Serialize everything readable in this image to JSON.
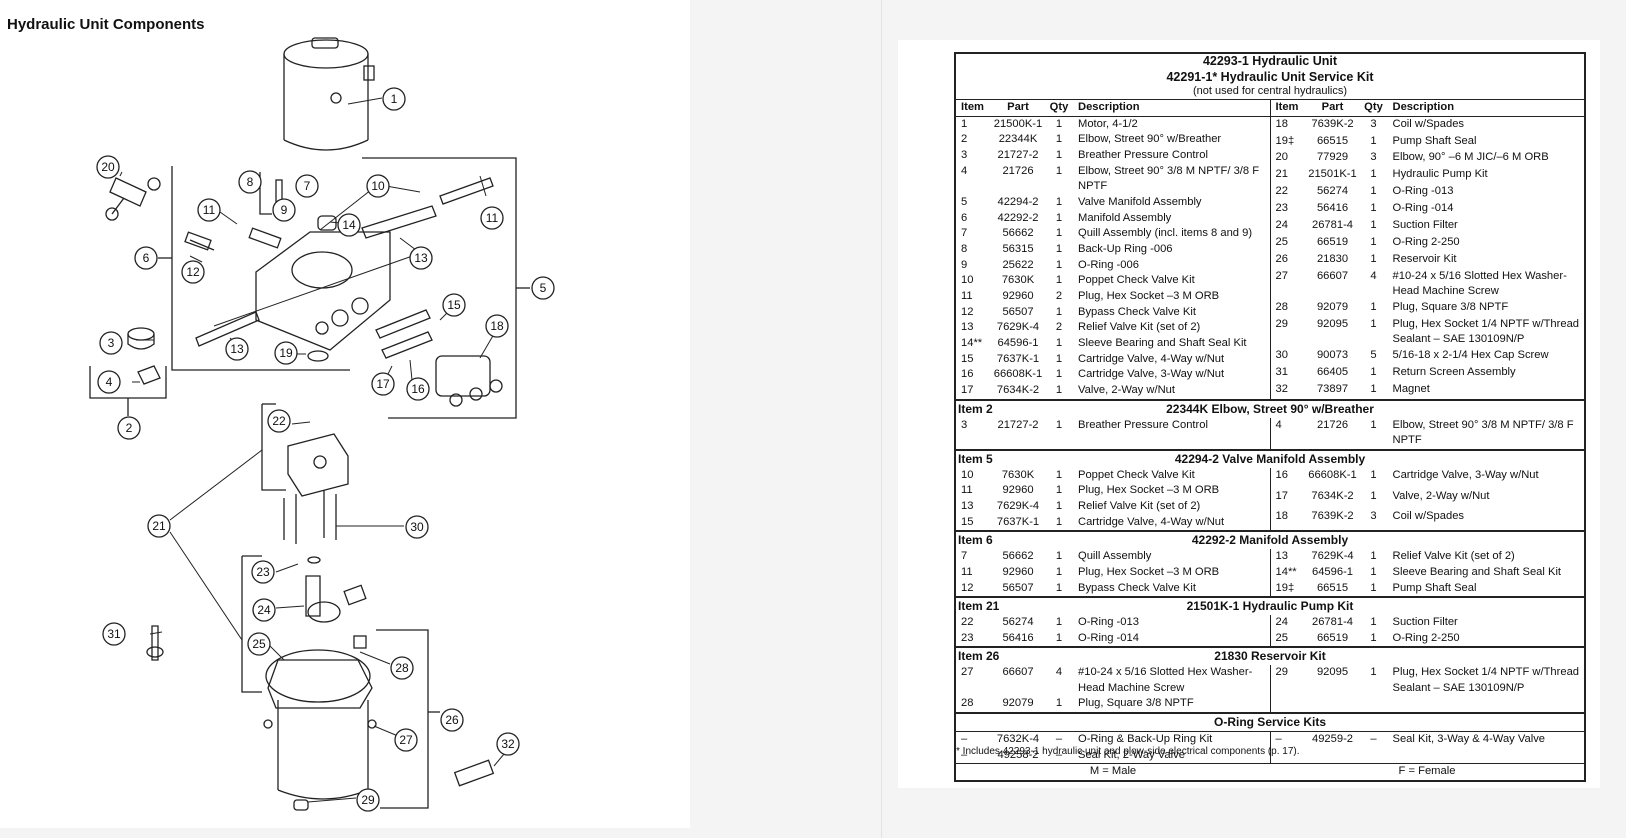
{
  "page1": {
    "title": "Hydraulic Unit Components",
    "callouts": [
      "1",
      "2",
      "3",
      "4",
      "5",
      "6",
      "7",
      "8",
      "9",
      "10",
      "11",
      "11",
      "12",
      "13",
      "13",
      "14",
      "15",
      "16",
      "17",
      "18",
      "19",
      "20",
      "21",
      "22",
      "23",
      "24",
      "25",
      "26",
      "27",
      "28",
      "29",
      "30",
      "31",
      "32"
    ]
  },
  "table": {
    "title1": "42293-1 Hydraulic Unit",
    "title2": "42291-1* Hydraulic Unit Service Kit",
    "title3": "(not used for central hydraulics)",
    "headers": [
      "Item",
      "Part",
      "Qty",
      "Description"
    ],
    "main_left": [
      [
        "1",
        "21500K-1",
        "1",
        "Motor, 4-1/2"
      ],
      [
        "2",
        "22344K",
        "1",
        "Elbow, Street 90° w/Breather"
      ],
      [
        "3",
        "21727-2",
        "1",
        "Breather Pressure Control"
      ],
      [
        "4",
        "21726",
        "1",
        "Elbow, Street 90° 3/8 M NPTF/ 3/8 F NPTF"
      ],
      [
        "5",
        "42294-2",
        "1",
        "Valve Manifold Assembly"
      ],
      [
        "6",
        "42292-2",
        "1",
        "Manifold Assembly"
      ],
      [
        "7",
        "56662",
        "1",
        "Quill Assembly (incl. items 8 and 9)"
      ],
      [
        "8",
        "56315",
        "1",
        "Back-Up Ring -006"
      ],
      [
        "9",
        "25622",
        "1",
        "O-Ring -006"
      ],
      [
        "10",
        "7630K",
        "1",
        "Poppet Check Valve Kit"
      ],
      [
        "11",
        "92960",
        "2",
        "Plug, Hex Socket –3 M ORB"
      ],
      [
        "12",
        "56507",
        "1",
        "Bypass Check Valve Kit"
      ],
      [
        "13",
        "7629K-4",
        "2",
        "Relief Valve Kit (set of 2)"
      ],
      [
        "14**",
        "64596-1",
        "1",
        "Sleeve Bearing and Shaft Seal Kit"
      ],
      [
        "15",
        "7637K-1",
        "1",
        "Cartridge Valve, 4-Way w/Nut"
      ],
      [
        "16",
        "66608K-1",
        "1",
        "Cartridge Valve, 3-Way w/Nut"
      ],
      [
        "17",
        "7634K-2",
        "1",
        "Valve, 2-Way w/Nut"
      ]
    ],
    "main_right": [
      [
        "18",
        "7639K-2",
        "3",
        "Coil w/Spades"
      ],
      [
        "19‡",
        "66515",
        "1",
        "Pump Shaft Seal"
      ],
      [
        "20",
        "77929",
        "3",
        "Elbow, 90° –6 M JIC/–6 M ORB"
      ],
      [
        "21",
        "21501K-1",
        "1",
        "Hydraulic Pump Kit"
      ],
      [
        "22",
        "56274",
        "1",
        "O-Ring -013"
      ],
      [
        "23",
        "56416",
        "1",
        "O-Ring -014"
      ],
      [
        "24",
        "26781-4",
        "1",
        "Suction Filter"
      ],
      [
        "25",
        "66519",
        "1",
        "O-Ring 2-250"
      ],
      [
        "26",
        "21830",
        "1",
        "Reservoir Kit"
      ],
      [
        "27",
        "66607",
        "4",
        "#10-24 x 5/16 Slotted Hex Washer-Head Machine Screw"
      ],
      [
        "28",
        "92079",
        "1",
        "Plug, Square 3/8 NPTF"
      ],
      [
        "29",
        "92095",
        "1",
        "Plug, Hex Socket 1/4 NPTF w/Thread Sealant – SAE 130109N/P"
      ],
      [
        "30",
        "90073",
        "5",
        "5/16-18 x 2-1/4 Hex Cap Screw"
      ],
      [
        "31",
        "66405",
        "1",
        "Return Screen Assembly"
      ],
      [
        "32",
        "73897",
        "1",
        "Magnet"
      ]
    ],
    "item2": {
      "label": "Item 2",
      "title": "22344K  Elbow, Street 90° w/Breather",
      "left": [
        [
          "3",
          "21727-2",
          "1",
          "Breather Pressure Control"
        ]
      ],
      "right": [
        [
          "4",
          "21726",
          "1",
          "Elbow, Street 90° 3/8 M NPTF/ 3/8 F NPTF"
        ]
      ]
    },
    "item5": {
      "label": "Item 5",
      "title": "42294-2  Valve Manifold Assembly",
      "left": [
        [
          "10",
          "7630K",
          "1",
          "Poppet Check Valve Kit"
        ],
        [
          "11",
          "92960",
          "1",
          "Plug, Hex Socket –3 M ORB"
        ],
        [
          "13",
          "7629K-4",
          "1",
          "Relief Valve Kit (set of 2)"
        ],
        [
          "15",
          "7637K-1",
          "1",
          "Cartridge Valve, 4-Way w/Nut"
        ]
      ],
      "right": [
        [
          "16",
          "66608K-1",
          "1",
          "Cartridge Valve, 3-Way w/Nut"
        ],
        [
          "17",
          "7634K-2",
          "1",
          "Valve, 2-Way w/Nut"
        ],
        [
          "18",
          "7639K-2",
          "3",
          "Coil w/Spades"
        ]
      ]
    },
    "item6": {
      "label": "Item 6",
      "title": "42292-2  Manifold Assembly",
      "left": [
        [
          "7",
          "56662",
          "1",
          "Quill Assembly"
        ],
        [
          "11",
          "92960",
          "1",
          "Plug, Hex Socket –3 M ORB"
        ],
        [
          "12",
          "56507",
          "1",
          "Bypass Check Valve Kit"
        ]
      ],
      "right": [
        [
          "13",
          "7629K-4",
          "1",
          "Relief Valve Kit (set of 2)"
        ],
        [
          "14**",
          "64596-1",
          "1",
          "Sleeve Bearing and Shaft Seal Kit"
        ],
        [
          "19‡",
          "66515",
          "1",
          "Pump Shaft Seal"
        ]
      ]
    },
    "item21": {
      "label": "Item 21",
      "title": "21501K-1  Hydraulic Pump Kit",
      "left": [
        [
          "22",
          "56274",
          "1",
          "O-Ring -013"
        ],
        [
          "23",
          "56416",
          "1",
          "O-Ring -014"
        ]
      ],
      "right": [
        [
          "24",
          "26781-4",
          "1",
          "Suction Filter"
        ],
        [
          "25",
          "66519",
          "1",
          "O-Ring 2-250"
        ]
      ]
    },
    "item26": {
      "label": "Item 26",
      "title": "21830  Reservoir Kit",
      "left": [
        [
          "27",
          "66607",
          "4",
          "#10-24 x 5/16 Slotted Hex Washer-Head Machine Screw"
        ],
        [
          "28",
          "92079",
          "1",
          "Plug, Square 3/8 NPTF"
        ]
      ],
      "right": [
        [
          "29",
          "92095",
          "1",
          "Plug, Hex Socket 1/4 NPTF w/Thread Sealant – SAE 130109N/P"
        ]
      ]
    },
    "oring": {
      "title": "O-Ring Service Kits",
      "left": [
        [
          "–",
          "7632K-4",
          "–",
          "O-Ring & Back-Up Ring Kit"
        ],
        [
          "–",
          "49258-2",
          "–",
          "Seal Kit, 2-Way Valve"
        ]
      ],
      "right": [
        [
          "–",
          "49259-2",
          "–",
          "Seal Kit, 3-Way & 4-Way Valve"
        ]
      ]
    },
    "legend": {
      "male": "M = Male",
      "female": "F = Female"
    },
    "footnote": "*   Includes 42293-1 hydraulic unit and plow-side electrical components (p. 17)."
  }
}
